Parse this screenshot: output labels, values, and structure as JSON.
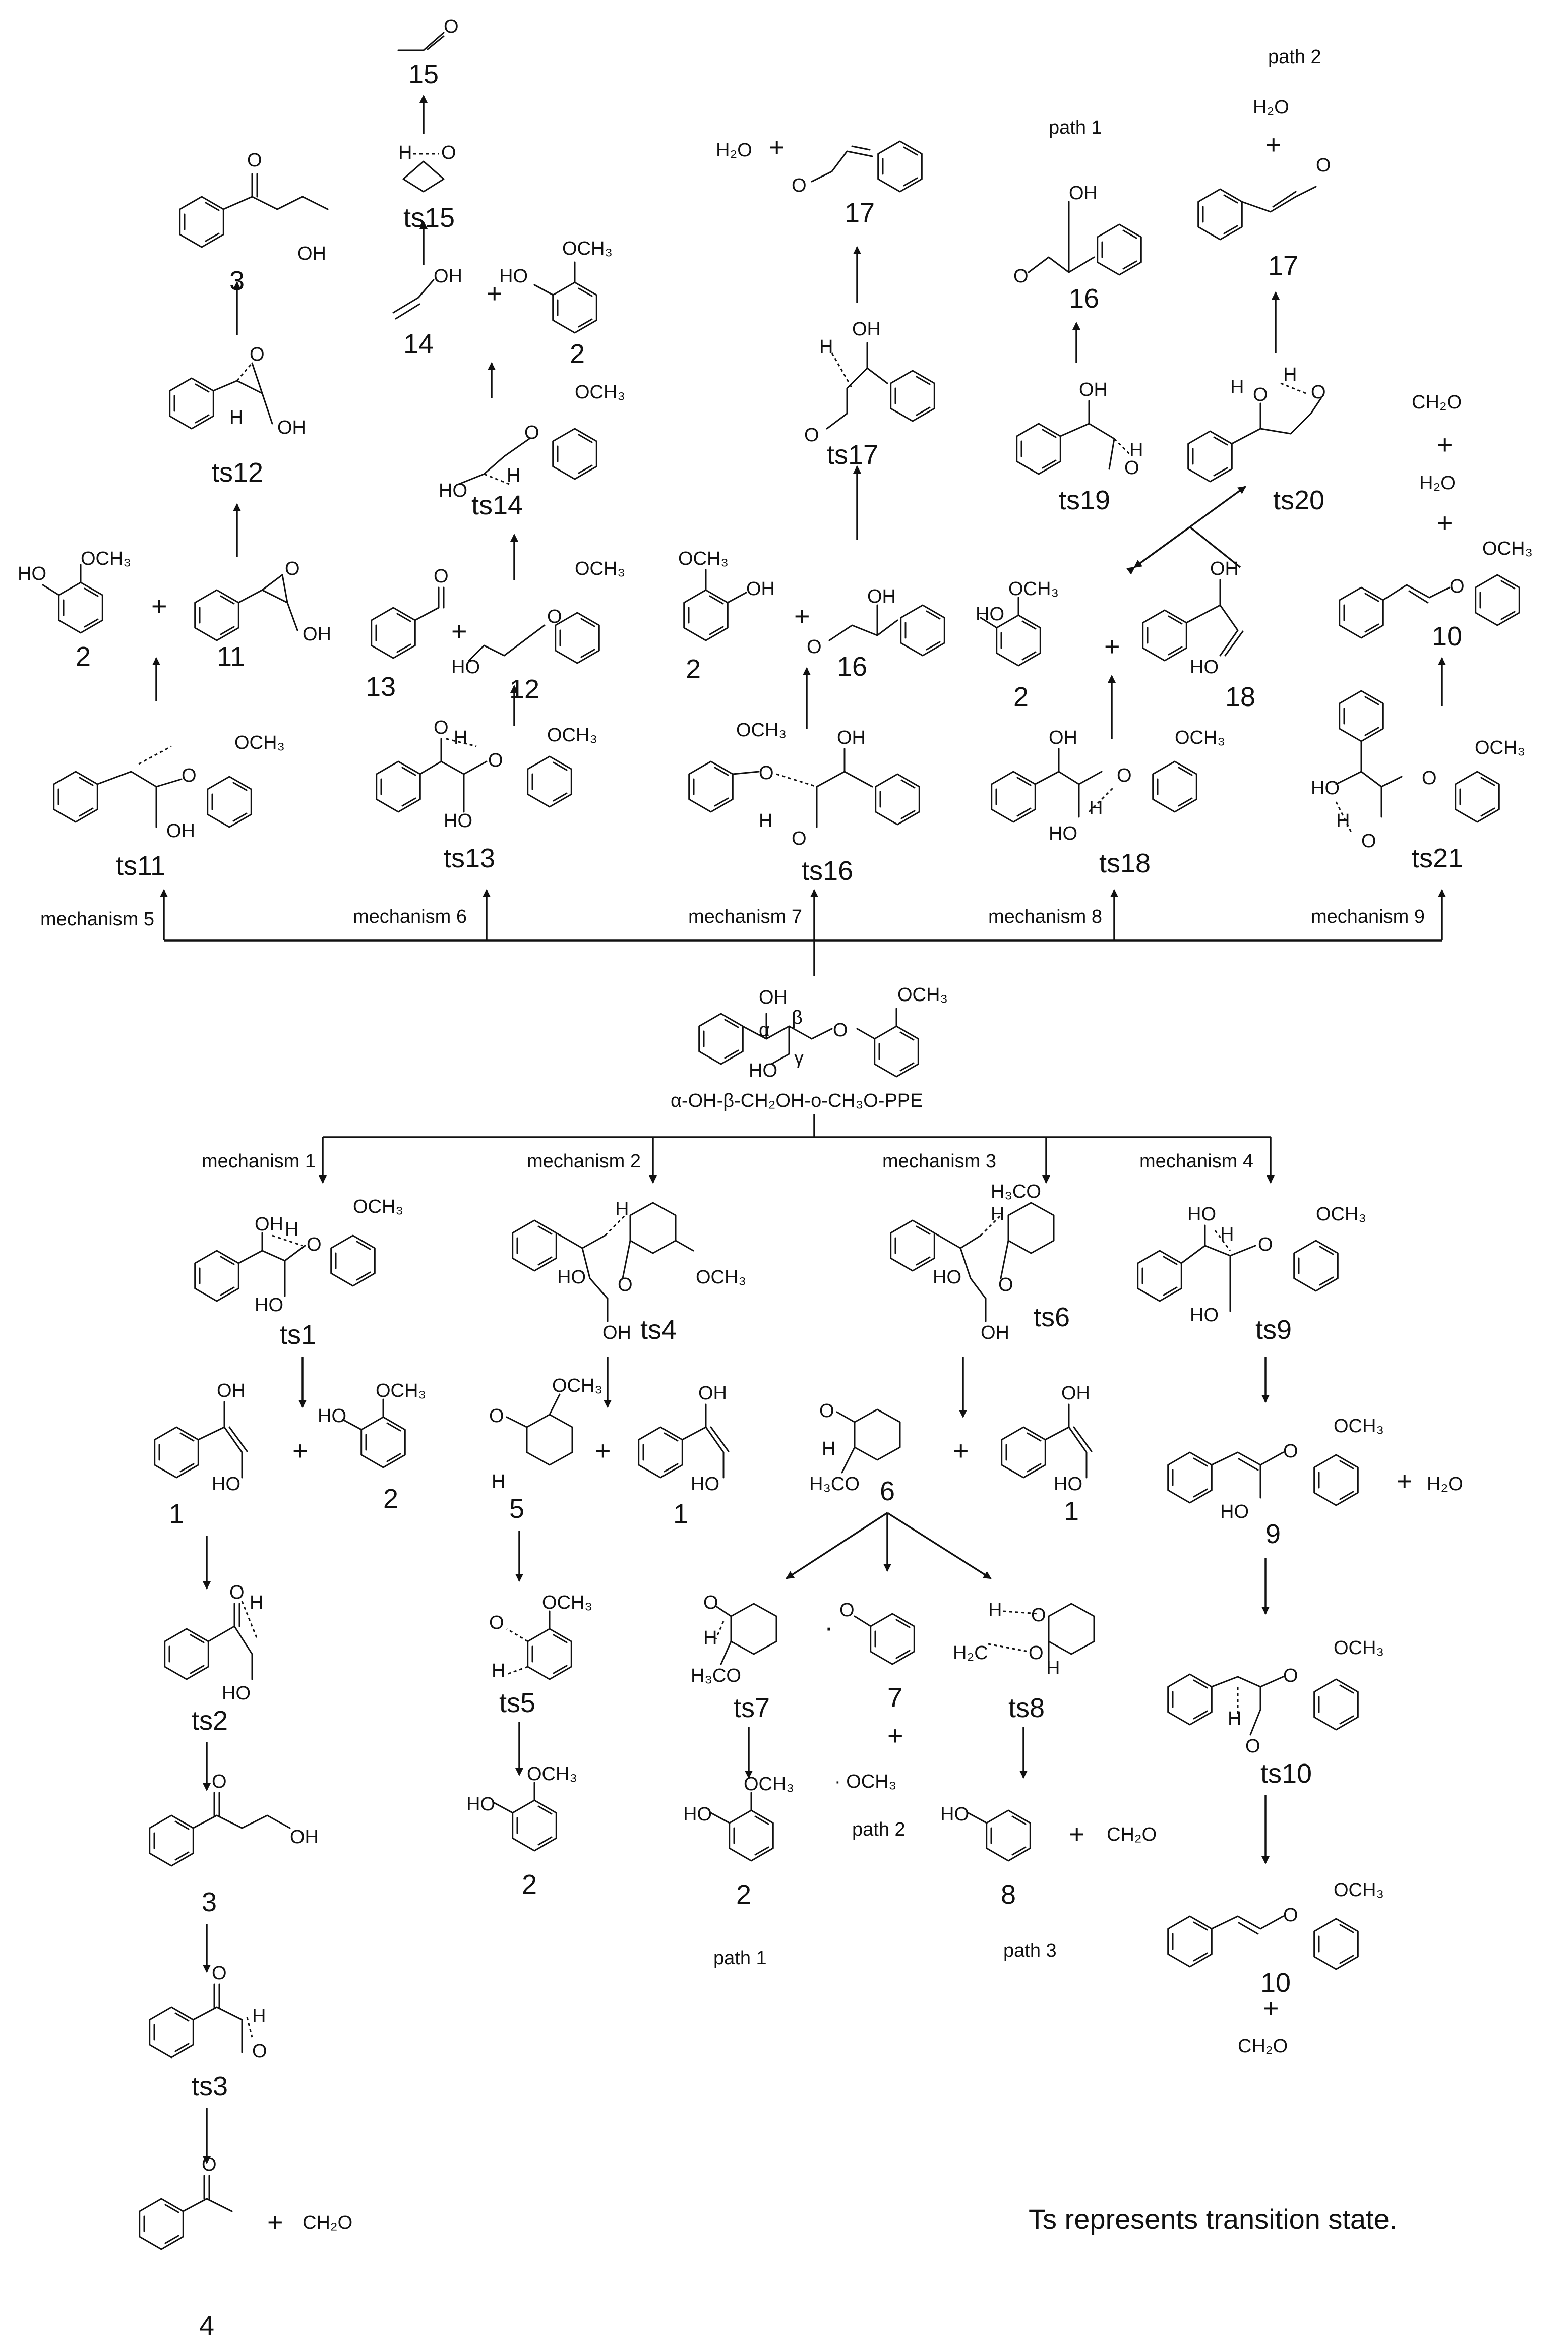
{
  "figure": {
    "reactant": {
      "text": "α-OH-β-CH₂OH-o-CH₃O-PPE",
      "atoms": {
        "alpha": "α",
        "beta": "β",
        "gamma": "γ",
        "oh": "OH",
        "ho": "HO",
        "o": "O",
        "methoxy": "OCH₃"
      }
    },
    "mechanisms_top": [
      "mechanism 5",
      "mechanism 6",
      "mechanism 7",
      "mechanism 8",
      "mechanism 9"
    ],
    "mechanisms_bottom": [
      "mechanism 1",
      "mechanism 2",
      "mechanism 3",
      "mechanism 4"
    ],
    "top_transition_states": [
      "ts11",
      "ts13",
      "ts16",
      "ts18",
      "ts21"
    ],
    "top_products": {
      "m5": [
        "2",
        "11"
      ],
      "m6": [
        "13",
        "12"
      ],
      "m7": [
        "2",
        "16"
      ],
      "m8": [
        "2",
        "18"
      ],
      "m9": [
        "10"
      ]
    },
    "top_upper_ts": [
      "ts12",
      "ts14",
      "ts15",
      "ts17",
      "ts19",
      "ts20"
    ],
    "top_upper_products": [
      "3",
      "14",
      "2",
      "15",
      "17",
      "16",
      "17"
    ],
    "top_small_species": {
      "water": "H₂O",
      "formaldehyde": "CH₂O",
      "plus": "+"
    },
    "paths_top": [
      "path 1",
      "path 2"
    ],
    "bottom_transition_states": [
      "ts1",
      "ts4",
      "ts6",
      "ts9"
    ],
    "bottom_products": {
      "m1": [
        "1",
        "2",
        "ts2",
        "3",
        "ts3",
        "4"
      ],
      "m2": [
        "5",
        "1",
        "ts5",
        "2"
      ],
      "m3": [
        "6",
        "1",
        "ts7",
        "7",
        "ts8",
        "2",
        "8"
      ],
      "m4": [
        "9",
        "ts10",
        "10"
      ]
    },
    "bottom_small_species": {
      "water": "H₂O",
      "formaldehyde": "CH₂O",
      "methoxy_radical": "· OCH₃",
      "phenoxy_radical_dot": "·"
    },
    "paths_bottom": [
      "path 1",
      "path 2",
      "path 3"
    ],
    "note": "Ts represents transition state."
  }
}
